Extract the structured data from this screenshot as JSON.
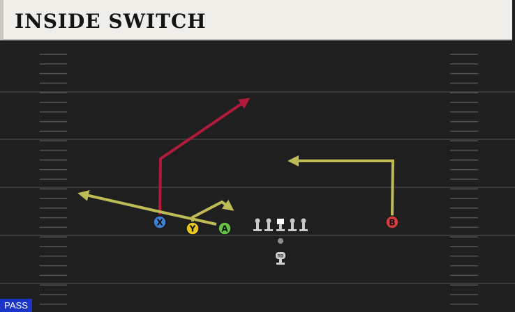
{
  "play": {
    "title": "INSIDE SWITCH",
    "type_badge": "PASS"
  },
  "colors": {
    "field": "#1f1f1f",
    "yard_line": "#3a3a3a",
    "hash": "#555555",
    "title_bg": "#efeee9",
    "route_red": "#b01a3c",
    "route_yellow": "#bcbb55",
    "badge_bg": "#1c35c9"
  },
  "players": [
    {
      "id": "x",
      "label": "X",
      "button": "X",
      "color": "#3f7fd6",
      "route": "red"
    },
    {
      "id": "y",
      "label": "Y",
      "button": "Y",
      "color": "#e8c51f",
      "route": "yellow"
    },
    {
      "id": "a",
      "label": "A",
      "button": "A",
      "color": "#64c144",
      "route": "yellow"
    },
    {
      "id": "b",
      "label": "B",
      "button": "B",
      "color": "#d83b3b",
      "route": "yellow"
    },
    {
      "id": "rb",
      "label": "RB",
      "role": "running-back"
    }
  ],
  "offensive_line": {
    "count": 5,
    "center_index": 2
  }
}
